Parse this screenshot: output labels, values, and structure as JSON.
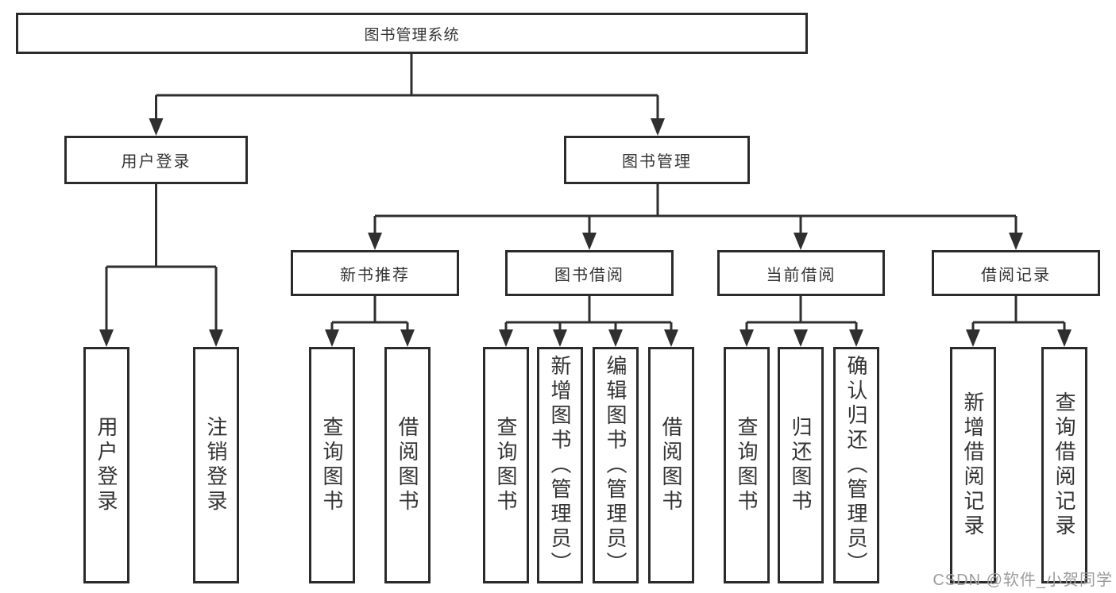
{
  "diagram": {
    "title_node": {
      "label": "图书管理系统"
    },
    "level2": [
      {
        "label": "用户登录"
      },
      {
        "label": "图书管理"
      }
    ],
    "level3": [
      {
        "label": "新书推荐"
      },
      {
        "label": "图书借阅"
      },
      {
        "label": "当前借阅"
      },
      {
        "label": "借阅记录"
      }
    ],
    "leaves": [
      {
        "label": "用户登录",
        "parent": "用户登录"
      },
      {
        "label": "注销登录",
        "parent": "用户登录"
      },
      {
        "label": "查询图书",
        "parent": "新书推荐"
      },
      {
        "label": "借阅图书",
        "parent": "新书推荐"
      },
      {
        "label": "查询图书",
        "parent": "图书借阅"
      },
      {
        "label": "新增图书（管理员）",
        "parent": "图书借阅"
      },
      {
        "label": "编辑图书（管理员）",
        "parent": "图书借阅"
      },
      {
        "label": "借阅图书",
        "parent": "图书借阅"
      },
      {
        "label": "查询图书",
        "parent": "当前借阅"
      },
      {
        "label": "归还图书",
        "parent": "当前借阅"
      },
      {
        "label": "确认归还（管理员）",
        "parent": "当前借阅"
      },
      {
        "label": "新增借阅记录",
        "parent": "借阅记录"
      },
      {
        "label": "查询借阅记录",
        "parent": "借阅记录"
      }
    ],
    "watermark": "CSDN @软件_小贺同学",
    "colors": {
      "line": "#2f2f2f",
      "border": "#2b2b2b",
      "text": "#333333",
      "watermark_text": "#9c9c9c",
      "background": "#ffffff"
    }
  }
}
